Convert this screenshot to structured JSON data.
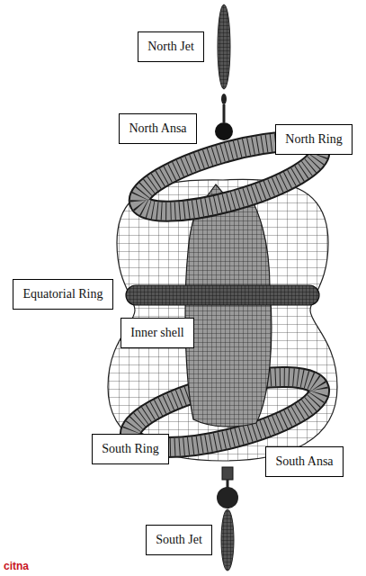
{
  "diagram": {
    "nodes": [
      {
        "text": [
          "North Jet"
        ]
      },
      {
        "text": [
          "North Ansa"
        ]
      },
      {
        "text": [
          "North Ring"
        ]
      },
      {
        "text": [
          "Equatorial Ring"
        ]
      },
      {
        "text": [
          "Inner shell"
        ]
      },
      {
        "text": [
          "South Ring"
        ]
      },
      {
        "text": [
          "South Ansa"
        ]
      },
      {
        "text": [
          "South Jet"
        ]
      }
    ],
    "edges": [],
    "labels": [
      "citna"
    ]
  }
}
